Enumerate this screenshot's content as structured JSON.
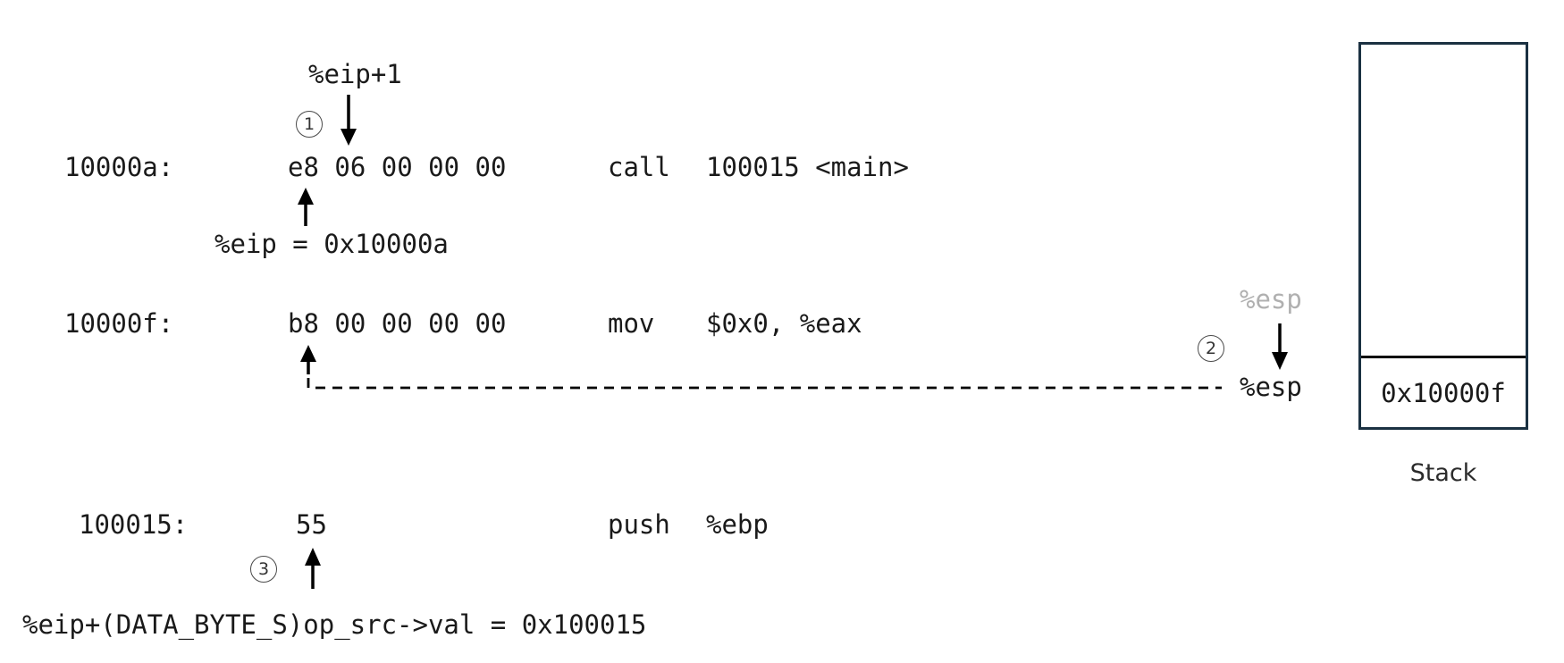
{
  "diagram": {
    "title_hint": "x86 call instruction execution diagram",
    "instructions": [
      {
        "address": "10000a:",
        "bytes": "e8 06 00 00 00",
        "mnemonic": "call",
        "operands": "100015 <main>"
      },
      {
        "address": "10000f:",
        "bytes": "b8 00 00 00 00",
        "mnemonic": "mov",
        "operands": "$0x0, %eax"
      },
      {
        "address": "100015:",
        "bytes": "55",
        "mnemonic": "push",
        "operands": "%ebp"
      }
    ],
    "annotations": {
      "eip_plus_one": "%eip+1",
      "eip_value": "%eip = 0x10000a",
      "esp_old": "%esp",
      "esp_new": "%esp",
      "bottom_formula": "%eip+(DATA_BYTE_S)op_src->val = 0x100015",
      "step1": "1",
      "step2": "2",
      "step3": "3"
    },
    "stack": {
      "label": "Stack",
      "cells": [
        "0x10000f"
      ]
    },
    "colors": {
      "text": "#1a1a1a",
      "muted_pointer": "#b0b0b0",
      "stack_border": "#1b3142",
      "arrow": "#000000"
    }
  }
}
